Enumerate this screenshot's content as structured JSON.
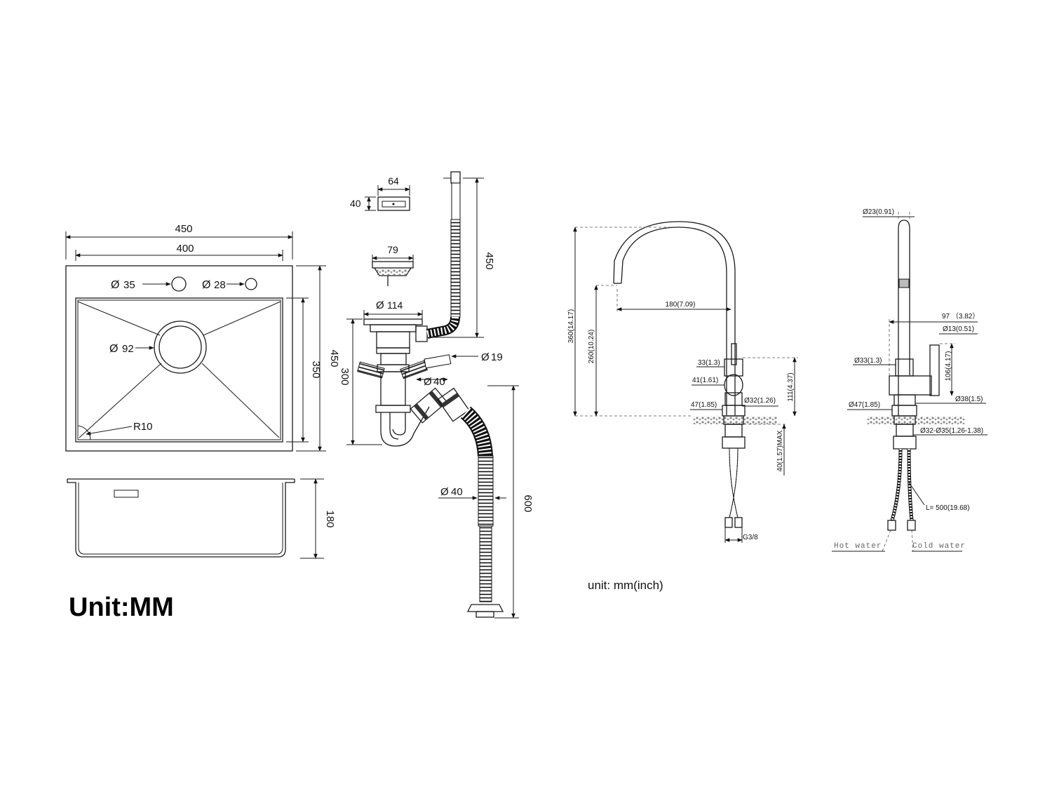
{
  "sink": {
    "overall_width": "450",
    "bowl_width": "400",
    "overall_depth": "450",
    "bowl_depth": "350",
    "faucet_hole": "35",
    "soap_hole": "28",
    "drain_hole": "92",
    "corner_radius": "R10",
    "bowl_height": "180",
    "unit_label": "Unit:MM"
  },
  "drain": {
    "overflow_width": "64",
    "overflow_height": "40",
    "strainer_width": "79",
    "hose_length": "450",
    "flange_diameter": "114",
    "overflow_pipe": "19",
    "trap_height": "300",
    "trap_pipe": "40",
    "outlet_pipe": "40",
    "outlet_length": "600",
    "dia_symbol": "Ø"
  },
  "faucet_front": {
    "total_height": "360(14.17)",
    "spout_height": "260(10.24)",
    "reach": "180(7.09)",
    "lever_dia": "33(1.3)",
    "body_dia": "41(1.61)",
    "shank_dia": "Ø32(1.26)",
    "body_height": "111(4.37)",
    "base_dia": "47(1.85)",
    "deck_thickness": "40(1.57)MAX",
    "thread": "G3/8"
  },
  "faucet_side": {
    "spout_dia": "Ø23(0.91)",
    "handle_reach": "97 （3.82）",
    "handle_dia": "Ø13(0.51)",
    "lever_dia": "Ø33(1.3)",
    "handle_height": "106(4.17)",
    "collar_dia": "Ø38(1.5)",
    "base_dia": "Ø47(1.85)",
    "hole_range": "Ø32-Ø35(1.26-1.38)",
    "hose_length": "L= 500(19.68)",
    "hot_water": "Hot water",
    "cold_water": "Cold water"
  },
  "unit_note": "unit: mm(inch)"
}
